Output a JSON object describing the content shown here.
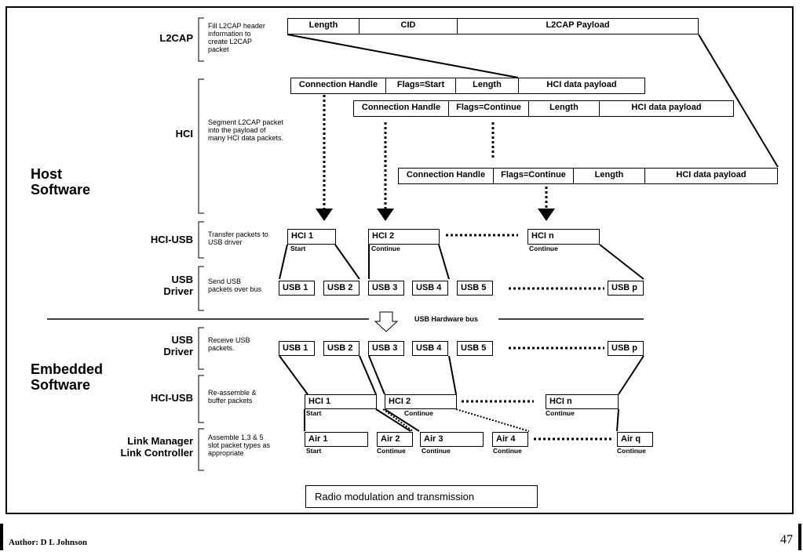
{
  "footer": {
    "author": "Author: D L Johnson",
    "page": "47"
  },
  "groups": {
    "host": "Host\nSoftware",
    "embedded": "Embedded\nSoftware"
  },
  "layers": {
    "l2cap": "L2CAP",
    "hci": "HCI",
    "hci_usb": "HCI-USB",
    "usb_driver": "USB\nDriver",
    "usb_driver2": "USB\nDriver",
    "hci_usb2": "HCI-USB",
    "lm": "Link Manager\nLink Controller"
  },
  "notes": {
    "l2cap": "Fill L2CAP header\ninformation to\ncreate L2CAP\npacket",
    "hci": "Segment L2CAP packet\ninto the payload of\nmany HCI data packets.",
    "hci_usb": "Transfer packets to\nUSB driver",
    "usb_driver": "Send USB\npackets over bus",
    "usb_driver2": "Receive USB\npackets.",
    "hci_usb2": "Re-assemble &\nbuffer packets",
    "lm": "Assemble 1,3 & 5\nslot packet types as\nappropriate"
  },
  "l2cap_packet": [
    "Length",
    "CID",
    "L2CAP Payload"
  ],
  "hci_row1": [
    "Connection Handle",
    "Flags=Start",
    "Length",
    "HCI data payload"
  ],
  "hci_row2": [
    "Connection Handle",
    "Flags=Continue",
    "Length",
    "HCI data payload"
  ],
  "hci_row3": [
    "Connection Handle",
    "Flags=Continue",
    "Length",
    "HCI data payload"
  ],
  "hci_usb_tx": [
    {
      "label": "HCI 1",
      "sub": "Start"
    },
    {
      "label": "HCI 2",
      "sub": "Continue"
    },
    {
      "label": "HCI n",
      "sub": "Continue"
    }
  ],
  "usb_tx": [
    "USB 1",
    "USB 2",
    "USB 3",
    "USB 4",
    "USB 5",
    "USB p"
  ],
  "bus_label": "USB Hardware bus",
  "usb_rx": [
    "USB 1",
    "USB 2",
    "USB 3",
    "USB 4",
    "USB 5",
    "USB p"
  ],
  "hci_usb_rx": [
    {
      "label": "HCI 1",
      "sub": "Start"
    },
    {
      "label": "HCI 2",
      "sub": "Continue"
    },
    {
      "label": "HCI n",
      "sub": "Continue"
    }
  ],
  "air": [
    {
      "label": "Air 1",
      "sub": "Start"
    },
    {
      "label": "Air 2",
      "sub": "Continue"
    },
    {
      "label": "Air 3",
      "sub": "Continue"
    },
    {
      "label": "Air 4",
      "sub": "Continue"
    },
    {
      "label": "Air q",
      "sub": "Continue"
    }
  ],
  "radio": "Radio modulation and transmission"
}
